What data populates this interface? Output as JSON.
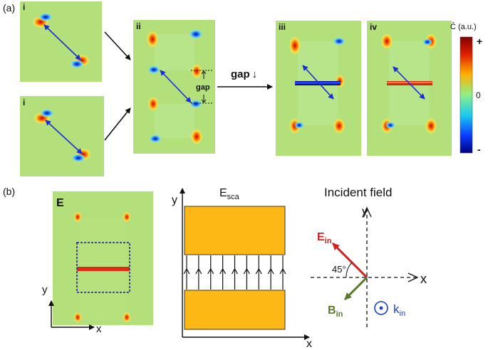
{
  "panel_a": {
    "label": "(a)",
    "sub_i": "i",
    "sub_ii": "ii",
    "sub_iii": "iii",
    "sub_iv": "iv",
    "gap_label": "gap",
    "gap_arrow_label": "gap",
    "gap_arrow_glyph": "↓"
  },
  "colorbar": {
    "title": "Ĉ (a.u.)",
    "max_label": "+",
    "mid_label": "0",
    "min_label": "-",
    "colors": [
      "#7f0000",
      "#ff2a00",
      "#ffcc00",
      "#7fff7f",
      "#00c8ff",
      "#0040ff",
      "#00007f"
    ]
  },
  "panel_b": {
    "label": "(b)",
    "field_label": "E",
    "axis_y": "y",
    "axis_x": "x",
    "sca_title_main": "E",
    "sca_title_sub": "sca",
    "incident_title": "Incident field",
    "ein_main": "E",
    "ein_sub": "in",
    "bin_main": "B",
    "bin_sub": "in",
    "kin_main": "k",
    "kin_sub": "in",
    "angle_label": "45°"
  },
  "colors": {
    "field_bg": "#b4e07c",
    "block": "#fdb816",
    "e_arrow": "#cc2222",
    "b_arrow": "#5a7a2a",
    "k_circle": "#1a3ed8",
    "dipole": "#1a2ed8"
  }
}
